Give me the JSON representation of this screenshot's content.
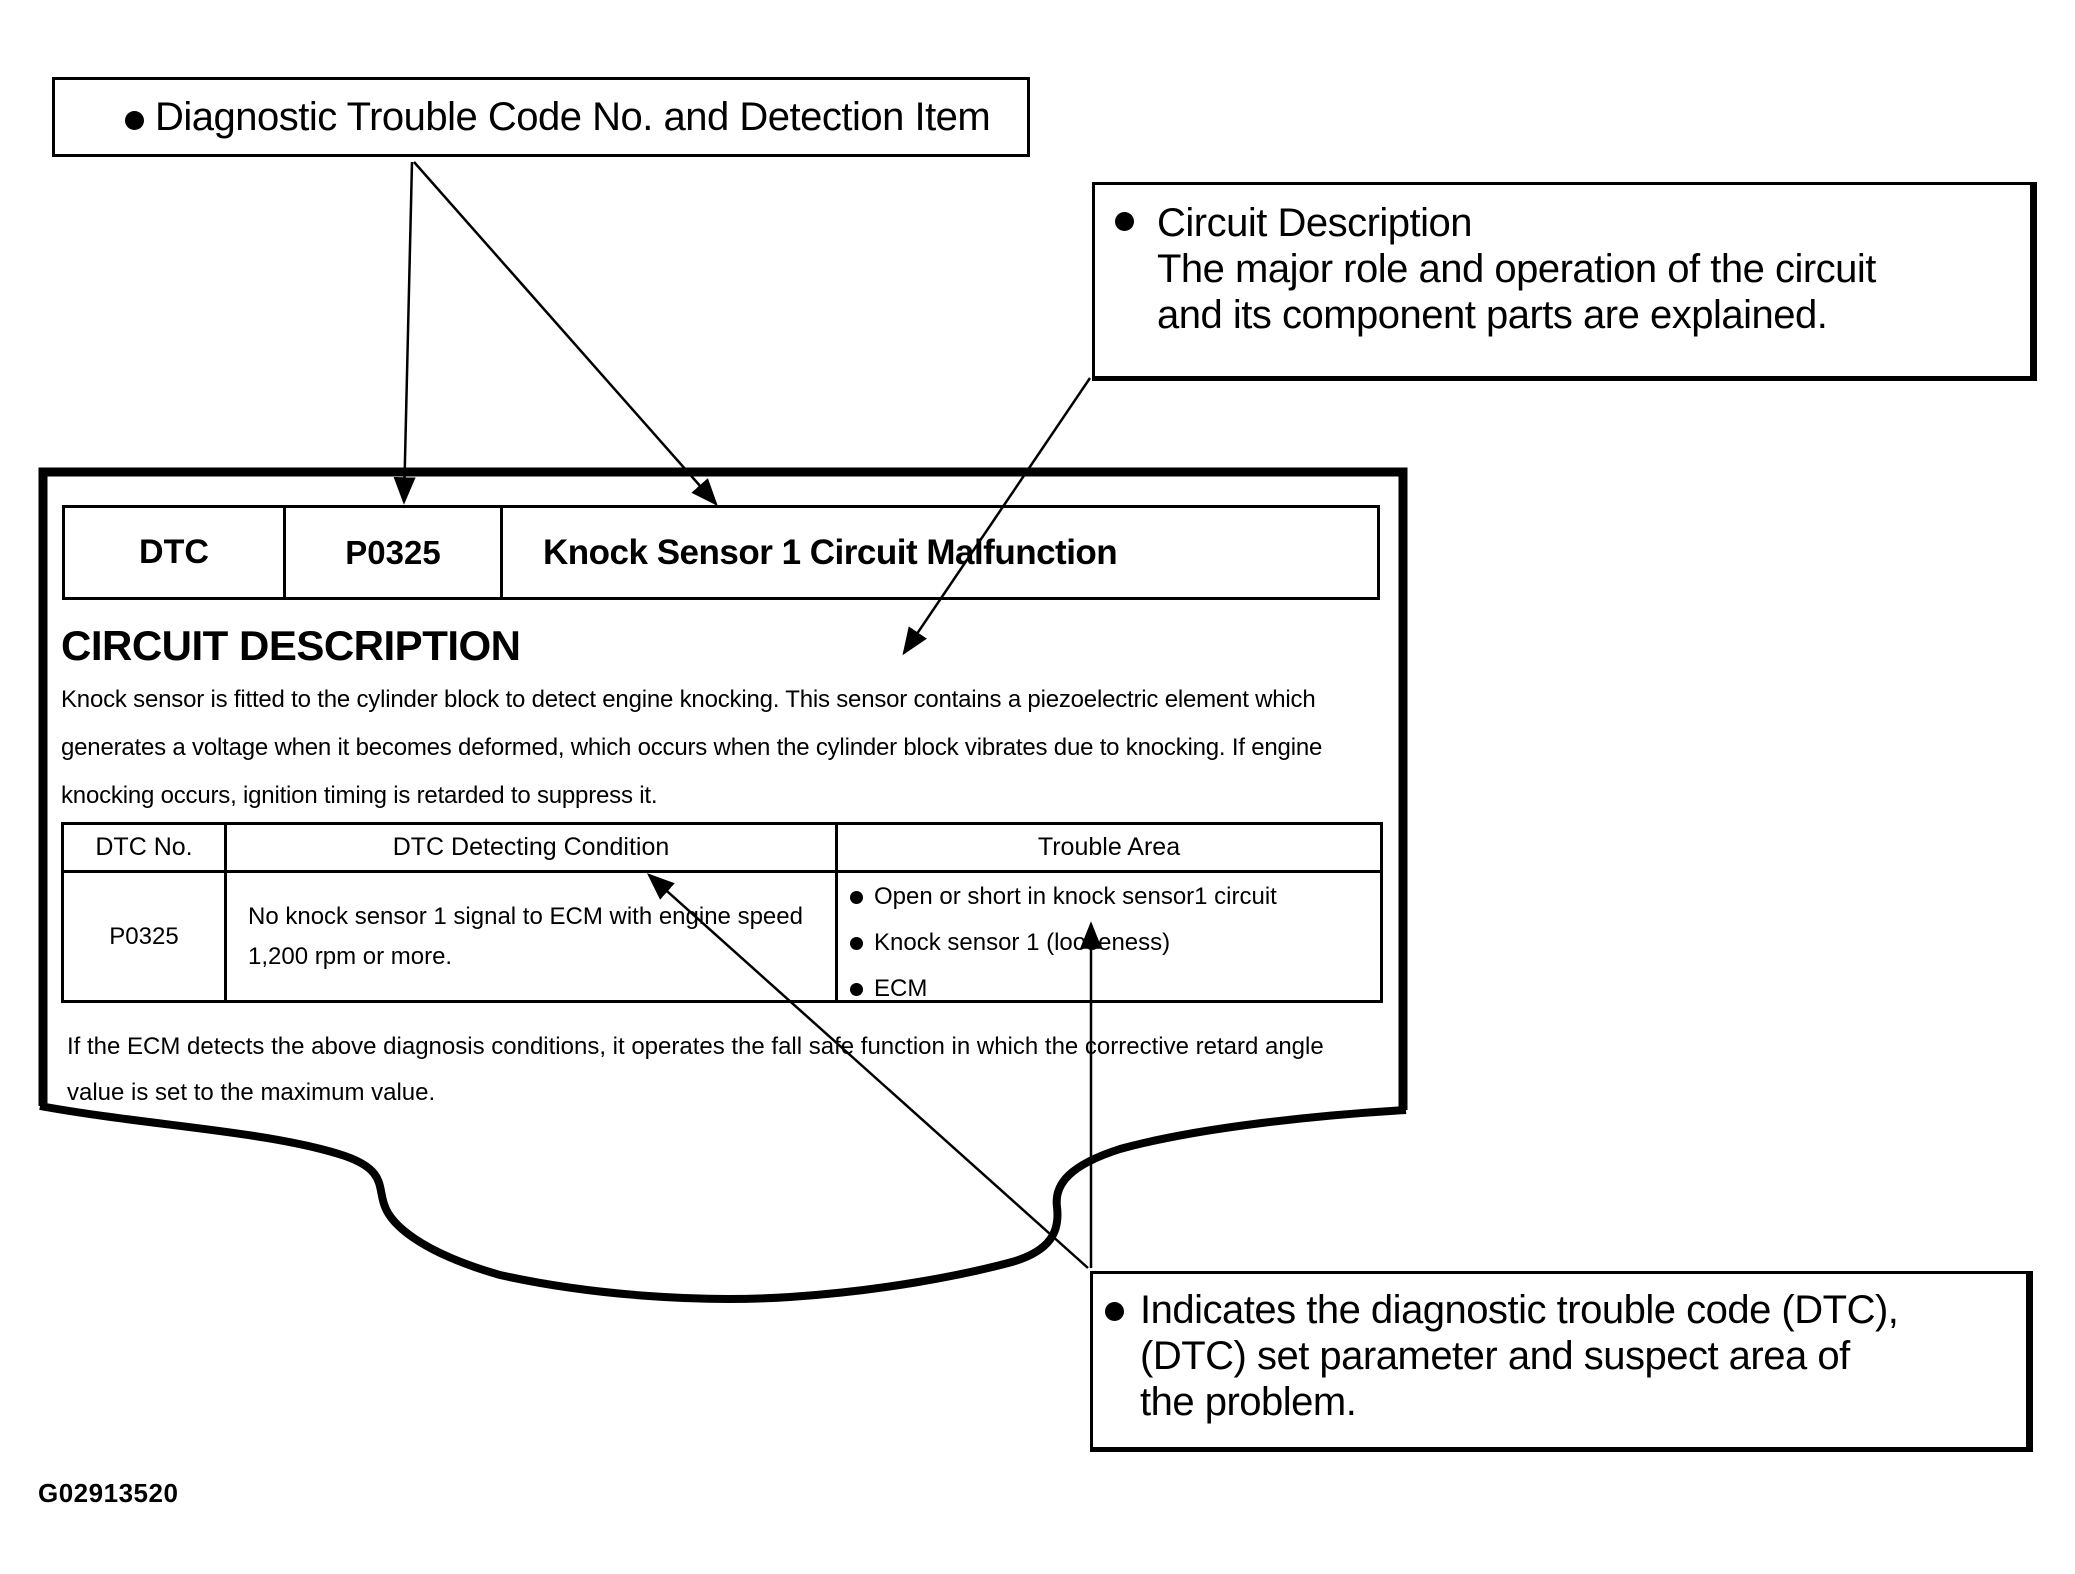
{
  "figure_id": "G02913520",
  "colors": {
    "ink": "#000000",
    "paper": "#ffffff"
  },
  "callouts": {
    "dtc_item": {
      "label": "Diagnostic Trouble Code No. and Detection Item"
    },
    "circuit_description": {
      "line1": "Circuit Description",
      "line2": "The major role and operation of the circuit",
      "line3": "and its component parts are explained."
    },
    "indicates": {
      "line1": "Indicates the diagnostic trouble code (DTC),",
      "line2": "(DTC) set parameter and suspect area of",
      "line3": "the problem."
    }
  },
  "doc": {
    "header": {
      "dtc_label": "DTC",
      "dtc_code": "P0325",
      "title": "Knock Sensor 1 Circuit Malfunction"
    },
    "section_title": "CIRCUIT DESCRIPTION",
    "body_line1": "Knock sensor is fitted to the cylinder block to detect engine knocking. This sensor contains a piezoelectric element which",
    "body_line2": "generates a voltage when it becomes deformed, which occurs when the cylinder block vibrates due to knocking. If engine",
    "body_line3": "knocking occurs, ignition timing is retarded to suppress it.",
    "table": {
      "col1": "DTC No.",
      "col2": "DTC Detecting Condition",
      "col3": "Trouble Area",
      "row": {
        "dtc_no": "P0325",
        "condition_line1": "No knock sensor 1 signal to ECM with engine speed",
        "condition_line2": "1,200 rpm or more.",
        "trouble1": "Open or short in knock sensor1 circuit",
        "trouble2": "Knock sensor 1 (looseness)",
        "trouble3": "ECM"
      }
    },
    "footnote_line1": "If the ECM detects the above diagnosis conditions, it operates the fall safe function in which the corrective retard angle",
    "footnote_line2": "value is set to the maximum value."
  }
}
